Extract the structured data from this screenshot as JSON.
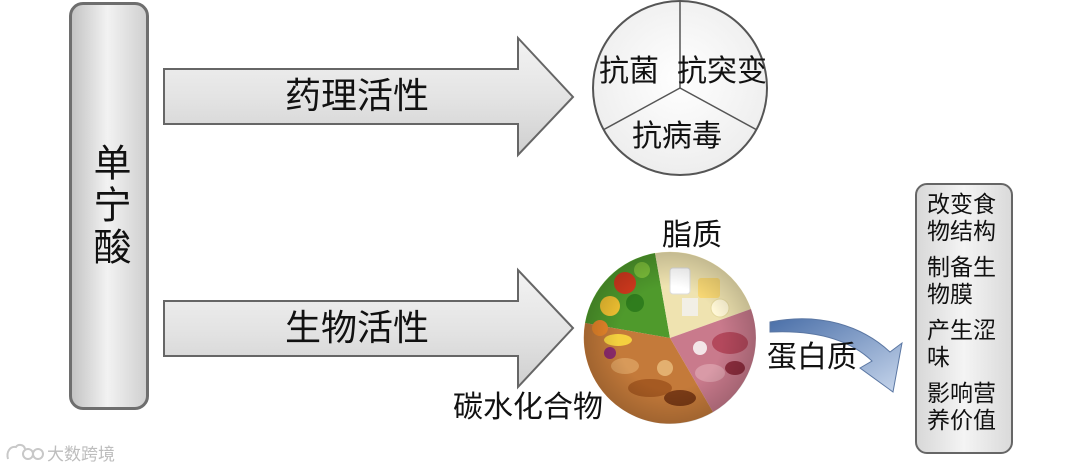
{
  "source": {
    "label": "单宁酸"
  },
  "arrows": {
    "pharmacological": {
      "label": "药理活性"
    },
    "biological": {
      "label": "生物活性"
    }
  },
  "pharmacological_circle": {
    "segments": [
      "抗菌",
      "抗突变",
      "抗病毒"
    ]
  },
  "food_pie": {
    "labels": {
      "lipid": "脂质",
      "protein": "蛋白质",
      "carbohydrate": "碳水化合物"
    }
  },
  "food_applications": [
    "改变食物结构",
    "制备生物膜",
    "产生涩味",
    "影响营养价值"
  ],
  "watermark": {
    "text": "大数跨境"
  }
}
